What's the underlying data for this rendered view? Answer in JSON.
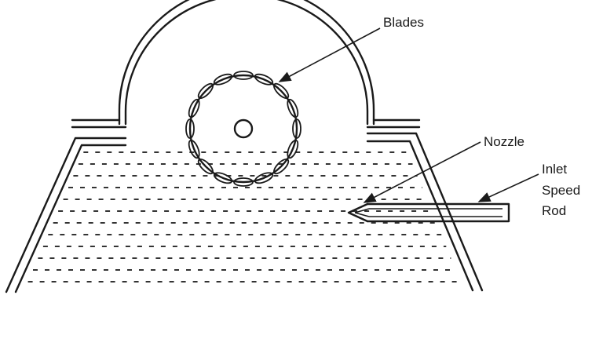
{
  "labels": {
    "blades": "Blades",
    "nozzle": "Nozzle",
    "inlet_line1": "Inlet",
    "inlet_line2": "Speed",
    "inlet_line3": "Rod"
  },
  "colors": {
    "ink": "#1a1a1a",
    "background": "#ffffff"
  }
}
